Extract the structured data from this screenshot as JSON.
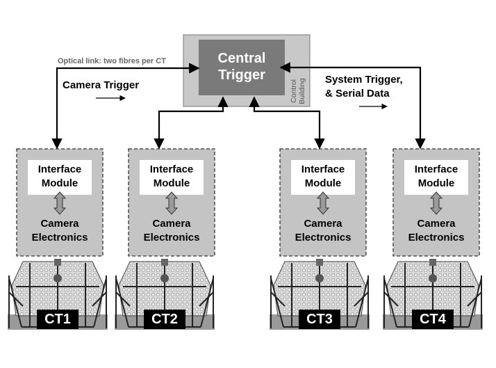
{
  "central": {
    "title_line1": "Central",
    "title_line2": "Trigger",
    "building_line1": "Control",
    "building_line2": "Building"
  },
  "links": {
    "optical": "Optical link: two fibres per CT",
    "camera_trigger": "Camera Trigger",
    "system_trigger_line1": "System Trigger,",
    "system_trigger_line2": "& Serial Data"
  },
  "telescopes": [
    {
      "id": "CT1",
      "interface_line1": "Interface",
      "interface_line2": "Module",
      "camera_line1": "Camera",
      "camera_line2": "Electronics"
    },
    {
      "id": "CT2",
      "interface_line1": "Interface",
      "interface_line2": "Module",
      "camera_line1": "Camera",
      "camera_line2": "Electronics"
    },
    {
      "id": "CT3",
      "interface_line1": "Interface",
      "interface_line2": "Module",
      "camera_line1": "Camera",
      "camera_line2": "Electronics"
    },
    {
      "id": "CT4",
      "interface_line1": "Interface",
      "interface_line2": "Module",
      "camera_line1": "Camera",
      "camera_line2": "Electronics"
    }
  ],
  "colors": {
    "building_fill": "#c8c8c8",
    "central_fill": "#7a7a7a",
    "ct_box_fill": "#c4c4c4",
    "label_fill": "#000000"
  }
}
